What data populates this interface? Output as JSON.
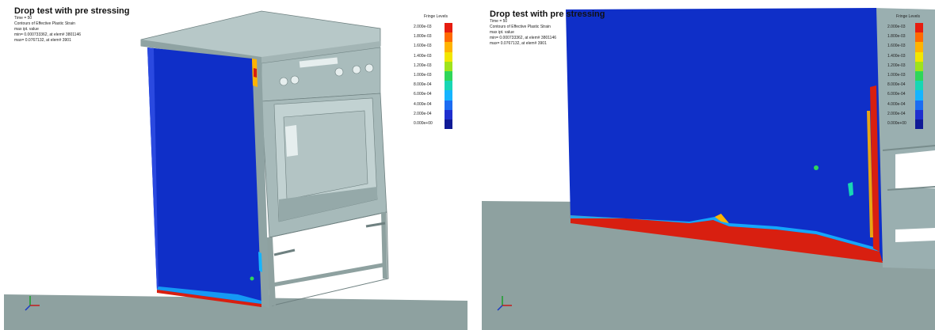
{
  "left_panel": {
    "title": "Drop test with pre stressing",
    "info": [
      "Time = 50",
      "Contours of Effective Plastic Strain",
      "max ipt. value",
      "min= 0.000733362, at elem# 3801146",
      "max= 0.0767132, at elem# 3901"
    ],
    "legend": {
      "title": "Fringe Levels",
      "levels": [
        "2.000e-03",
        "1.800e-03",
        "1.600e-03",
        "1.400e-03",
        "1.200e-03",
        "1.000e-03",
        "8.000e-04",
        "6.000e-04",
        "4.000e-04",
        "2.000e-04",
        "0.000e+00"
      ]
    }
  },
  "right_panel": {
    "title": "Drop test with pre stressing",
    "info": [
      "Time = 50",
      "Contours of Effective Plastic Strain",
      "max ipt. value",
      "min= 0.000733362, at elem# 3801146",
      "max= 0.0767132, at elem# 3901"
    ],
    "legend": {
      "title": "Fringe Levels",
      "levels": [
        "2.000e-03",
        "1.800e-03",
        "1.600e-03",
        "1.400e-03",
        "1.200e-03",
        "1.000e-03",
        "8.000e-04",
        "6.000e-04",
        "4.000e-04",
        "2.000e-04",
        "0.000e+00"
      ]
    }
  },
  "colors": {
    "fringe_scale": [
      "#e61c0f",
      "#ff6a00",
      "#ffb300",
      "#f2e600",
      "#9fe31c",
      "#2fd65a",
      "#18d6b4",
      "#16b4ff",
      "#1c6cf2",
      "#1f2fcf",
      "#101a96"
    ],
    "model_gray": "#9aafb0",
    "floor_gray": "#8ea1a0",
    "panel_blue": "#0f2fc8",
    "red": "#d81f10"
  },
  "icons": [
    "axis-triad-icon"
  ]
}
